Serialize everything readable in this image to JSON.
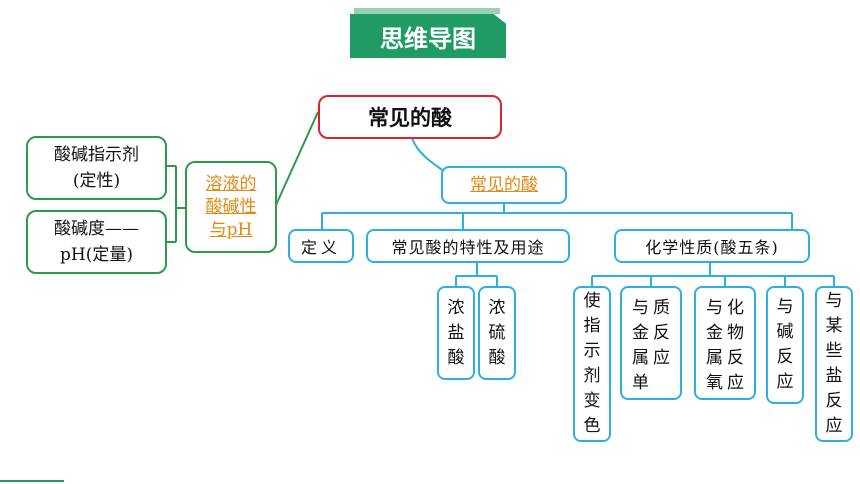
{
  "title": "思维导图",
  "root": "常见的酸",
  "left": {
    "hub": [
      "溶液的",
      "酸碱性",
      "与pH"
    ],
    "indicator": [
      "酸碱指示剂",
      "(定性)"
    ],
    "ph": [
      "酸碱度——",
      "pH(定量)"
    ]
  },
  "branch": "常见的酸",
  "level2": {
    "definition": "定义",
    "properties": "常见酸的特性及用途",
    "chemical": "化学性质(酸五条)"
  },
  "acids": {
    "hcl": "浓盐酸",
    "h2so4": "浓硫酸"
  },
  "reactions": {
    "r1": "使指示剂变色",
    "r2": "与金属单质反应",
    "r3": "与金属氧化物反应",
    "r4": "与碱反应",
    "r5": "与某些盐反应"
  },
  "colors": {
    "banner": "#1f9b63",
    "red": "#d8232a",
    "green": "#2e9a4a",
    "blue": "#2fb0dc",
    "link": "#e08a12"
  }
}
